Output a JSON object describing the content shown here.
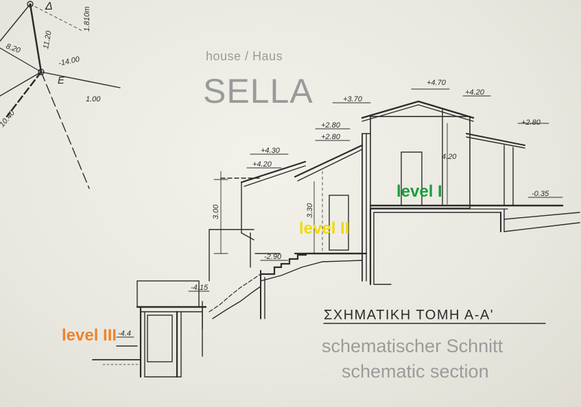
{
  "header": {
    "subtitle": "house / Haus",
    "brand": "SELLA"
  },
  "levels": {
    "level1": "level I",
    "level2": "level II",
    "level3": "level III"
  },
  "section_title_greek": "ΣΧΗΜΑΤΙΚΗ ΤΟΜΗ Α-Α'",
  "captions": {
    "german": "schematischer Schnitt",
    "english": "schematic section"
  },
  "drawing_annotations": {
    "point_d": "Δ",
    "point_e": "Ε",
    "elev_neg14": "-14.00",
    "dim_1120": "11.20",
    "dim_820": "8.20",
    "dim_1040": "10.40",
    "dim_100": "1.00",
    "dim_1810": "1.810m",
    "elev_470": "+4.70",
    "elev_420": "+4.20",
    "elev_370": "+3.70",
    "elev_280a": "+2.80",
    "elev_280b": "+2.80",
    "elev_280c": "+2.80",
    "elev_430": "+4.30",
    "elev_420b": "+4.20",
    "elev_035": "-0.35",
    "dim_420": "4.20",
    "dim_300": "3.00",
    "dim_330": "3.30",
    "elev_290": "-2.90",
    "elev_415": "-4.15",
    "elev_44": "-4.4"
  }
}
